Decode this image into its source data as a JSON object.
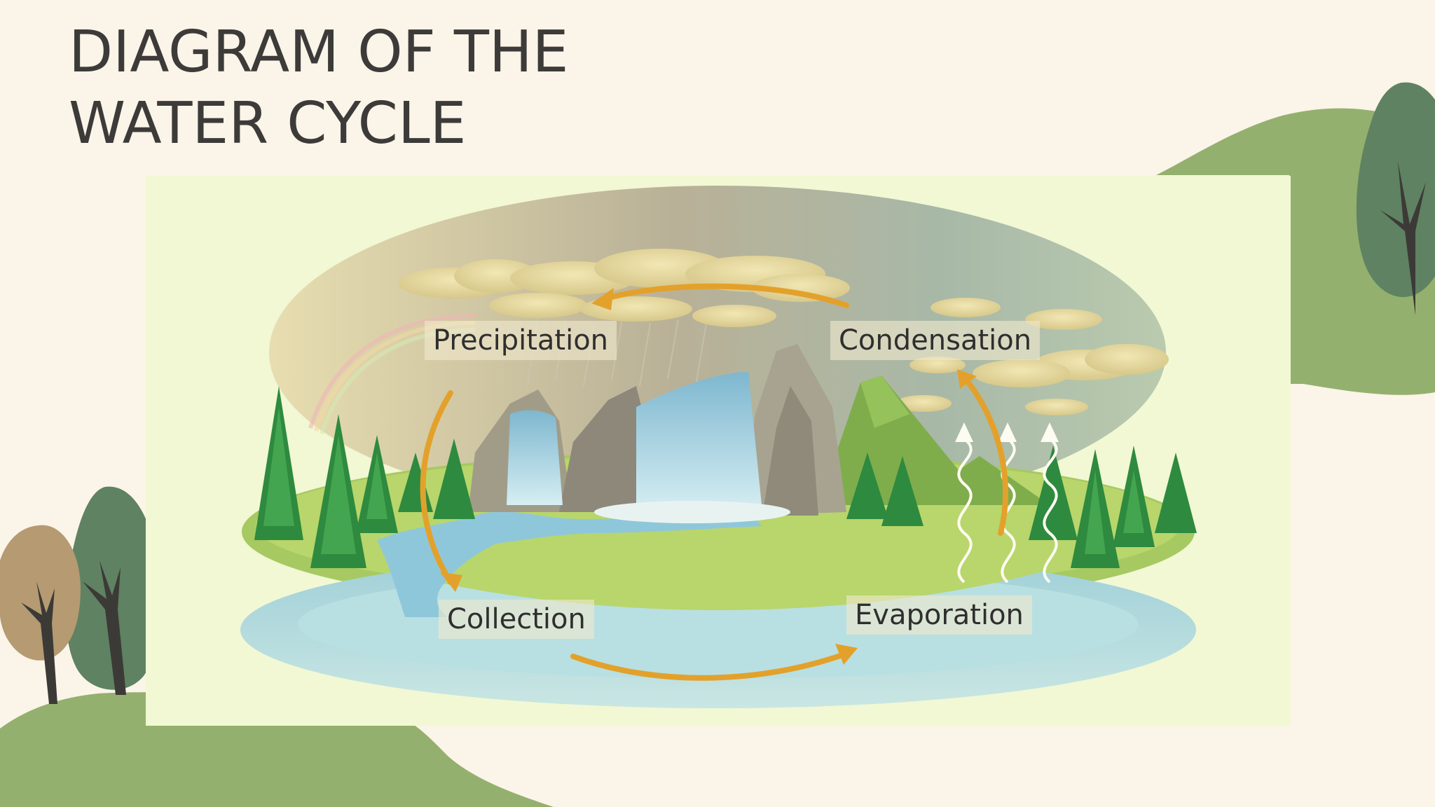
{
  "title": {
    "line1": "DIAGRAM OF THE",
    "line2": "WATER CYCLE"
  },
  "stages": {
    "precipitation": "Precipitation",
    "condensation": "Condensation",
    "collection": "Collection",
    "evaporation": "Evaporation"
  },
  "colors": {
    "background": "#fbf4e8",
    "panel": "#f1f8d3",
    "hill": "#94b06e",
    "arrow": "#e3a12b",
    "title_text": "#3d3b39"
  }
}
